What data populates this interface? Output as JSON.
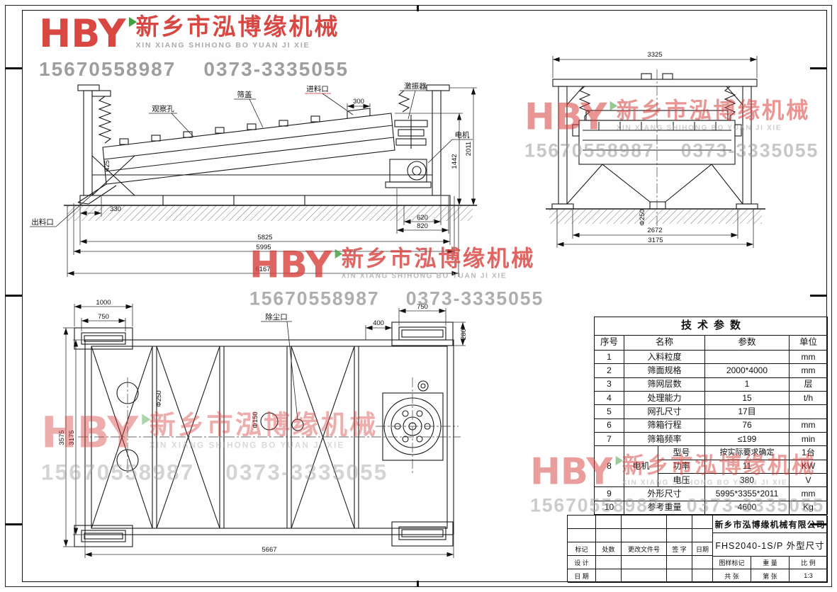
{
  "watermark": {
    "logo": "HBY",
    "company_cn": "新乡市泓博缘机械",
    "company_en": "XIN XIANG SHIHONG BO YUAN JI XIE",
    "phones": "15670558987    0373-3335055"
  },
  "side_view": {
    "labels": {
      "observation": "观察孔",
      "cover": "筛盖",
      "feed_inlet": "进料口",
      "exciter": "激振器",
      "motor": "电机",
      "discharge": "出料口"
    },
    "dims": {
      "inlet_width": "300",
      "total_height": "2011",
      "feed_height": "1442",
      "end_depth": "425",
      "base_offset": "330",
      "motor_span_a": "620",
      "motor_span_b": "820",
      "length_a": "5825",
      "length_b": "5995",
      "length_c": "6167"
    }
  },
  "end_view": {
    "dims": {
      "top_width": "3325",
      "inner_width": "2672",
      "outer_width": "3175",
      "outlet_dia": "Φ250"
    }
  },
  "top_view": {
    "labels": {
      "dust_port": "除尘口"
    },
    "dims": {
      "flange_width": "1000",
      "slot_left": "750",
      "slot_right": "750",
      "gap": "400",
      "flange_height": "280",
      "outer_width": "3575",
      "inner_width": "3175",
      "length": "5667",
      "hole_big": "Φ250",
      "hole_small": "Φ150"
    }
  },
  "params": {
    "title": "技术参数",
    "headers": [
      "序号",
      "名称",
      "参数",
      "单位"
    ],
    "rows": [
      {
        "no": "1",
        "name": "入料粒度",
        "value": "",
        "unit": "mm"
      },
      {
        "no": "2",
        "name": "筛面规格",
        "value": "2000*4000",
        "unit": "mm"
      },
      {
        "no": "3",
        "name": "筛网层数",
        "value": "1",
        "unit": "层"
      },
      {
        "no": "4",
        "name": "处理能力",
        "value": "15",
        "unit": "t/h"
      },
      {
        "no": "5",
        "name": "网孔尺寸",
        "value": "17目",
        "unit": ""
      },
      {
        "no": "6",
        "name": "筛箱行程",
        "value": "76",
        "unit": "mm"
      },
      {
        "no": "7",
        "name": "筛箱频率",
        "value": "≤199",
        "unit": "min"
      }
    ],
    "motor": {
      "no": "8",
      "name": "电机",
      "sub": [
        {
          "label": "型号",
          "value": "按实际要求确定",
          "unit": "1台"
        },
        {
          "label": "功率",
          "value": "11",
          "unit": "KW"
        },
        {
          "label": "电压",
          "value": "380",
          "unit": "V"
        }
      ]
    },
    "rows_tail": [
      {
        "no": "9",
        "name": "外形尺寸",
        "value": "5995*3355*2011",
        "unit": "mm"
      },
      {
        "no": "10",
        "name": "参考重量",
        "value": "4600",
        "unit": "Kg"
      }
    ]
  },
  "title_block": {
    "company": "新乡市泓博缘机械有限公司",
    "drawing_title": "FHS2040-1S/P  外型尺寸",
    "rev_headers": [
      "标记",
      "处数",
      "更改文件号",
      "签 字",
      "日期"
    ],
    "design_label": "设 计",
    "date_label": "日 期",
    "mark_label": "图样标记",
    "weight_label": "重 量",
    "scale_label": "比 例",
    "scale_value": "1:3",
    "sheets_total": "共 张",
    "sheet_no": "第 张"
  }
}
